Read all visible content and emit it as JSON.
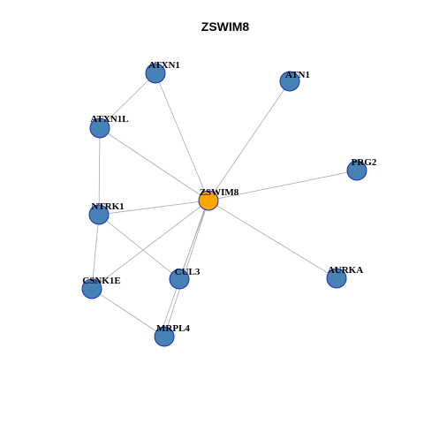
{
  "title": "ZSWIM8",
  "colors": {
    "hub_fill": "#FFA500",
    "node_fill": "#4682B4",
    "node_stroke": "#1C2FB5",
    "edge": "#AAAAAA"
  },
  "nodes": [
    {
      "id": "ZSWIM8",
      "label": "ZSWIM8",
      "hub": true
    },
    {
      "id": "ATXN1",
      "label": "ATXN1",
      "hub": false
    },
    {
      "id": "ATN1",
      "label": "ATN1",
      "hub": false
    },
    {
      "id": "ATXN1L",
      "label": "ATXN1L",
      "hub": false
    },
    {
      "id": "PRG2",
      "label": "PRG2",
      "hub": false
    },
    {
      "id": "NTRK1",
      "label": "NTRK1",
      "hub": false
    },
    {
      "id": "CSNK1E",
      "label": "CSNK1E",
      "hub": false
    },
    {
      "id": "CUL3",
      "label": "CUL3",
      "hub": false
    },
    {
      "id": "AURKA",
      "label": "AURKA",
      "hub": false
    },
    {
      "id": "MRPL4",
      "label": "MRPL4",
      "hub": false
    }
  ],
  "edges": [
    [
      "ZSWIM8",
      "ATXN1"
    ],
    [
      "ZSWIM8",
      "ATN1"
    ],
    [
      "ZSWIM8",
      "ATXN1L"
    ],
    [
      "ZSWIM8",
      "PRG2"
    ],
    [
      "ZSWIM8",
      "NTRK1"
    ],
    [
      "ZSWIM8",
      "CSNK1E"
    ],
    [
      "ZSWIM8",
      "CUL3"
    ],
    [
      "ZSWIM8",
      "AURKA"
    ],
    [
      "ZSWIM8",
      "MRPL4"
    ],
    [
      "ZSWIM8",
      "MRPL4"
    ],
    [
      "ATXN1",
      "ATXN1L"
    ],
    [
      "ATXN1L",
      "NTRK1"
    ],
    [
      "NTRK1",
      "CSNK1E"
    ],
    [
      "NTRK1",
      "CUL3"
    ],
    [
      "CSNK1E",
      "MRPL4"
    ]
  ]
}
